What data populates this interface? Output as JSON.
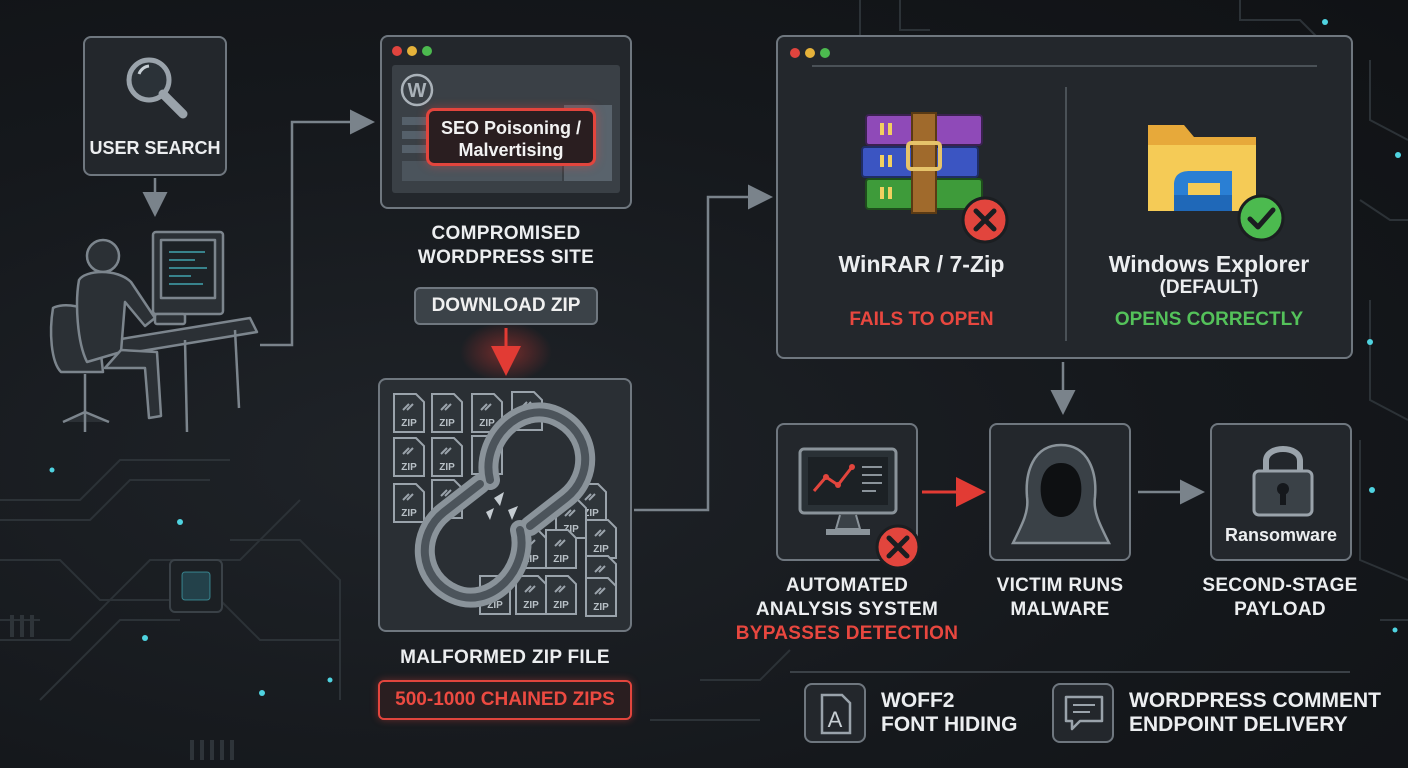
{
  "user_search": {
    "label": "USER SEARCH"
  },
  "site": {
    "badge": "SEO Poisoning / Malvertising",
    "caption_line1": "COMPROMISED",
    "caption_line2": "WORDPRESS SITE",
    "download_label": "DOWNLOAD ZIP"
  },
  "zip": {
    "icon_text": "ZIP",
    "caption": "MALFORMED ZIP FILE",
    "badge": "500-1000 CHAINED ZIPS"
  },
  "compare": {
    "winrar_name": "WinRAR / 7-Zip",
    "winrar_status": "FAILS TO OPEN",
    "explorer_name": "Windows Explorer",
    "explorer_sub": "(DEFAULT)",
    "explorer_status": "OPENS CORRECTLY"
  },
  "analysis": {
    "line1": "AUTOMATED",
    "line2": "ANALYSIS SYSTEM",
    "line3": "BYPASSES DETECTION"
  },
  "victim": {
    "line1": "VICTIM RUNS",
    "line2": "MALWARE"
  },
  "payload": {
    "icon_label": "Ransomware",
    "line1": "SECOND-STAGE",
    "line2": "PAYLOAD"
  },
  "legend": {
    "woff_line1": "WOFF2",
    "woff_line2": "FONT HIDING",
    "wp_line1": "WORDPRESS COMMENT",
    "wp_line2": "ENDPOINT DELIVERY"
  },
  "colors": {
    "panel_border": "#6f777f",
    "alert_red": "#e8473f",
    "ok_green": "#54c25a",
    "circuit_teal": "#4fd3e0"
  },
  "icons": [
    "magnifier-icon",
    "workstation-user-icon",
    "wordpress-logo-icon",
    "chained-zip-icon",
    "winrar-archive-icon",
    "folder-icon",
    "x-icon",
    "check-icon",
    "analysis-monitor-icon",
    "hooded-hacker-icon",
    "padlock-icon",
    "font-file-icon",
    "comment-icon"
  ]
}
